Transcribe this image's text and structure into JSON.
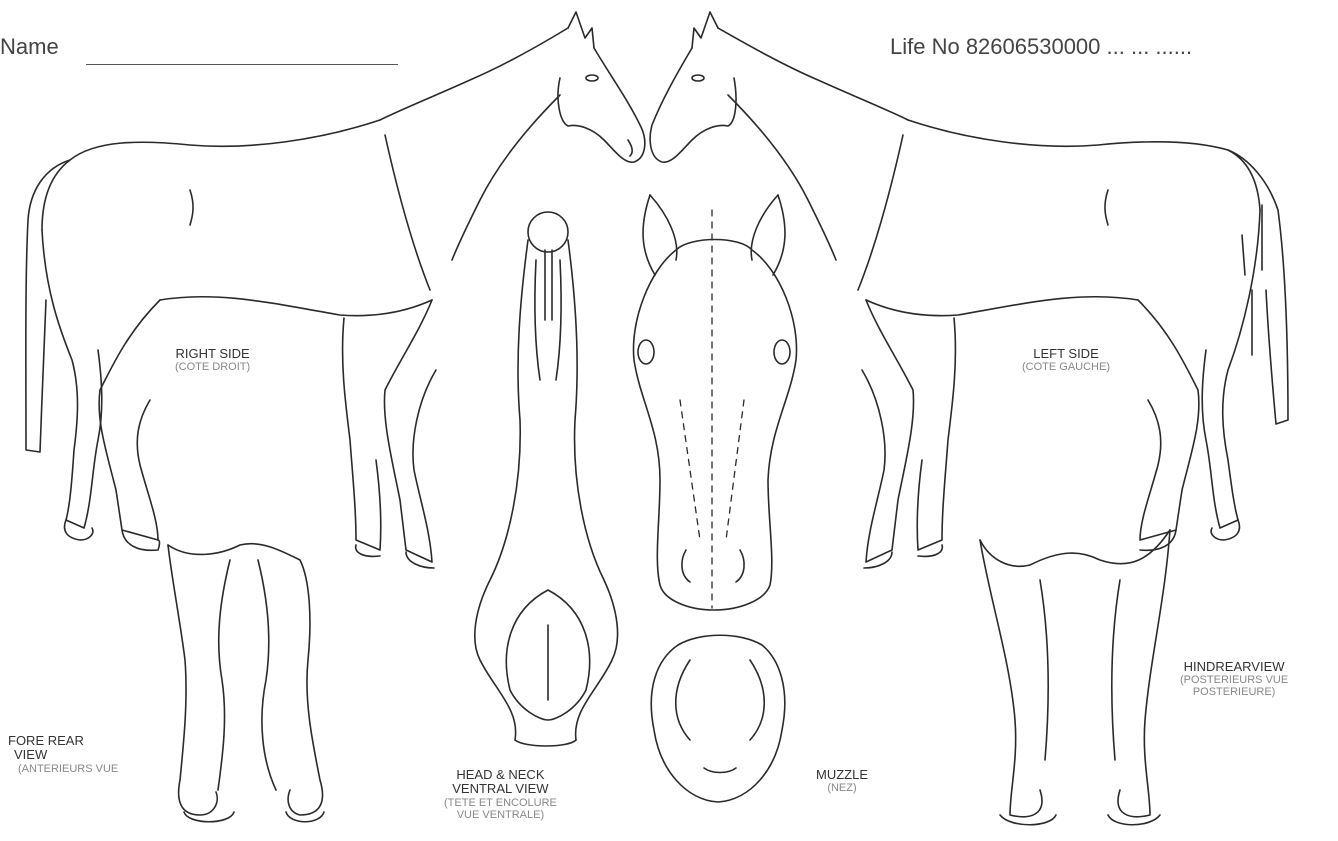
{
  "header": {
    "name_label": "Name",
    "life_no": "Life No 82606530000 ... ... ......"
  },
  "views": {
    "right_side": {
      "title": "RIGHT SIDE",
      "subtitle": "(COTE DROIT)"
    },
    "left_side": {
      "title": "LEFT SIDE",
      "subtitle": "(COTE GAUCHE)"
    },
    "fore_rear": {
      "title_line1": "FORE REAR",
      "title_line2": "VIEW",
      "subtitle": "(ANTERIEURS VUE"
    },
    "head_neck": {
      "title_line1": "HEAD & NECK",
      "title_line2": "VENTRAL VIEW",
      "subtitle_line1": "(TETE ET ENCOLURE",
      "subtitle_line2": "VUE VENTRALE)"
    },
    "muzzle": {
      "title": "MUZZLE",
      "subtitle": "(NEZ)"
    },
    "hind_rear": {
      "title": "HINDREARVIEW",
      "subtitle_line1": "(POSTERIEURS VUE",
      "subtitle_line2": "POSTERIEURE)"
    }
  }
}
